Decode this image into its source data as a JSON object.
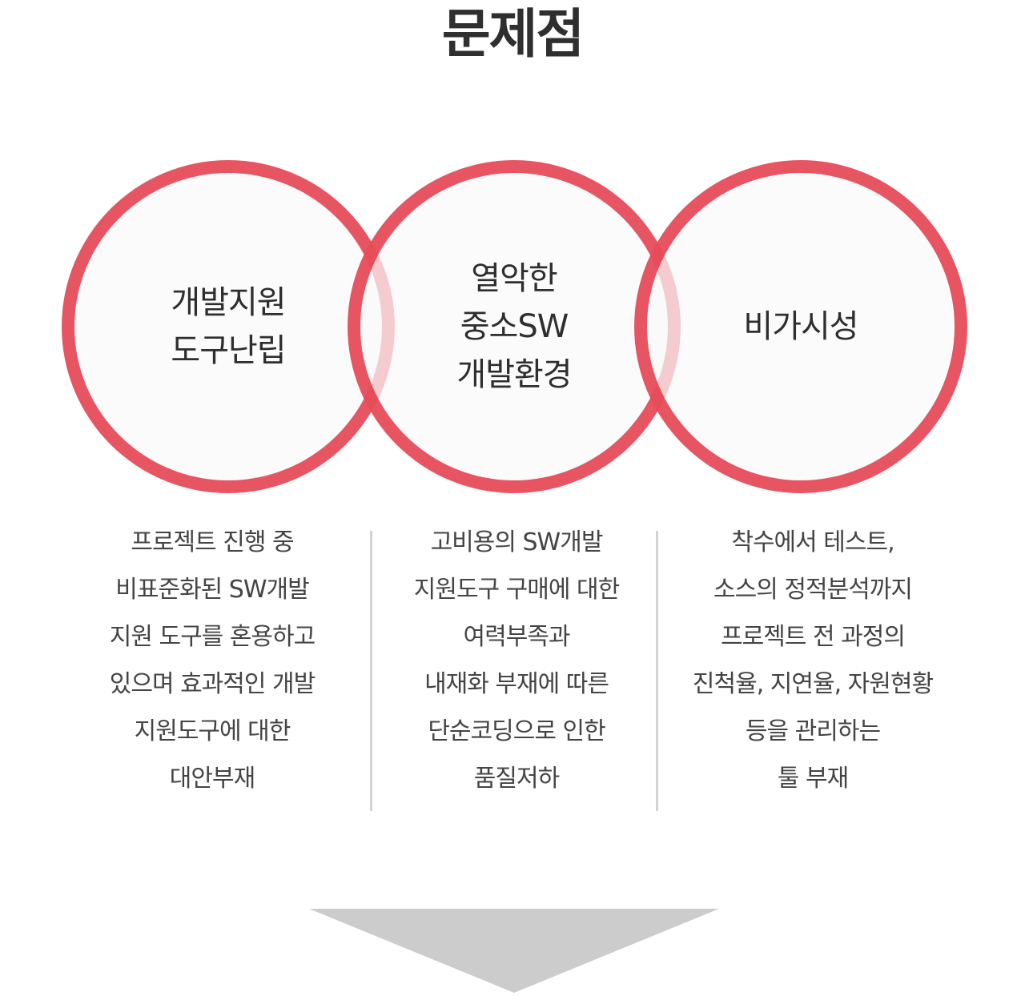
{
  "title": "문제점",
  "colors": {
    "circle_border": "#e23040",
    "circle_fill": "#f9f9f9",
    "divider": "#d3d3d3",
    "arrow": "#cccccc"
  },
  "circles": [
    {
      "lines": [
        "개발지원",
        "도구난립"
      ]
    },
    {
      "lines": [
        "열악한",
        "중소SW",
        "개발환경"
      ]
    },
    {
      "lines": [
        "비가시성"
      ]
    }
  ],
  "descriptions": [
    {
      "lines": [
        "프로젝트 진행 중",
        "비표준화된 SW개발",
        "지원 도구를 혼용하고",
        "있으며 효과적인 개발",
        "지원도구에 대한",
        "대안부재"
      ]
    },
    {
      "lines": [
        "고비용의 SW개발",
        "지원도구 구매에 대한",
        "여력부족과",
        "내재화 부재에 따른",
        "단순코딩으로 인한",
        "품질저하"
      ]
    },
    {
      "lines": [
        "착수에서 테스트,",
        "소스의 정적분석까지",
        "프로젝트  전 과정의",
        "진척율, 지연율, 자원현황",
        "등을 관리하는",
        "툴 부재"
      ]
    }
  ],
  "arrow_icon": "down-triangle-icon"
}
